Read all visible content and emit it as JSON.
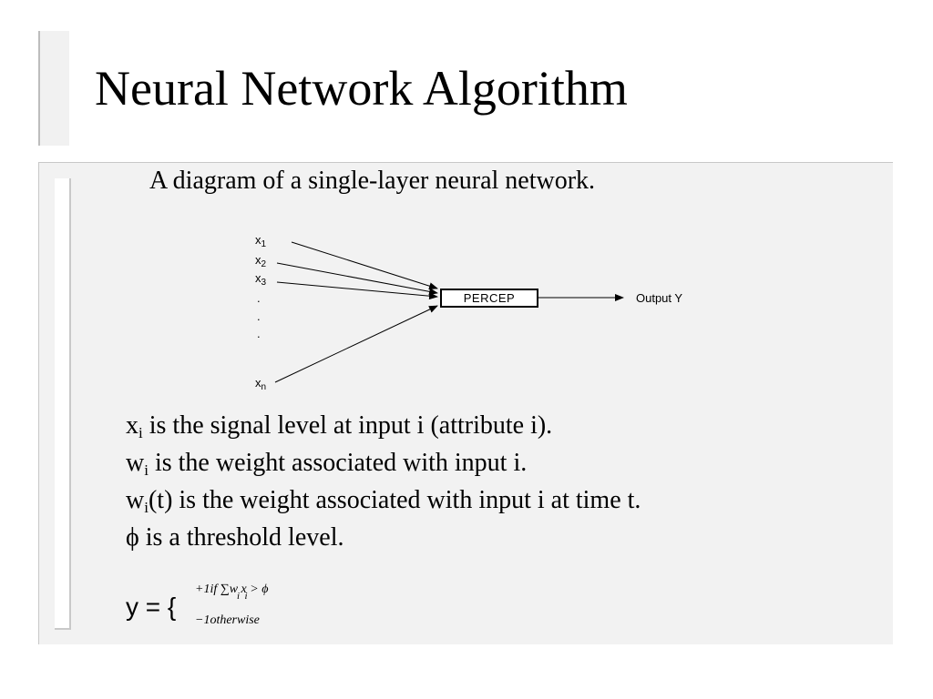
{
  "slide": {
    "title": "Neural Network Algorithm",
    "caption": "A diagram of a single-layer neural network."
  },
  "diagram": {
    "inputs": [
      {
        "base": "x",
        "sub": "1"
      },
      {
        "base": "x",
        "sub": "2"
      },
      {
        "base": "x",
        "sub": "3"
      },
      {
        "base": "x",
        "sub": "n"
      }
    ],
    "ellipsis": ".",
    "node_label": "PERCEP",
    "output_label": "Output Y"
  },
  "definitions": [
    {
      "var": "x",
      "sub": "i",
      "text": " is the signal level at input i (attribute i)."
    },
    {
      "var": "w",
      "sub": "i",
      "text": " is the weight associated with input i."
    },
    {
      "var": "w",
      "sub": "i",
      "text": "(t) is the weight associated with input i at time t."
    },
    {
      "var": "ϕ",
      "sub": "",
      "text": " is a threshold level."
    }
  ],
  "equation": {
    "lhs": "y = {",
    "case1": "+1if ∑w x  > ϕ",
    "case1_subs": "i  i",
    "case2": "−1otherwise"
  }
}
